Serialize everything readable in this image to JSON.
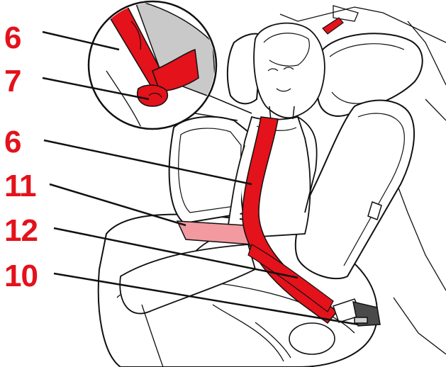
{
  "callouts": {
    "belt_shoulder_detail": "6",
    "belt_buckle_detail": "7",
    "belt_shoulder": "6",
    "seat_shoulder_guide": "11",
    "lap_belt_guide": "12",
    "belt_lock": "10"
  },
  "colors": {
    "accent": "#e3121b",
    "line": "#111111",
    "belt_fill": "#e3121b",
    "lap_pad": "#f29aa0",
    "background": "#ffffff"
  }
}
